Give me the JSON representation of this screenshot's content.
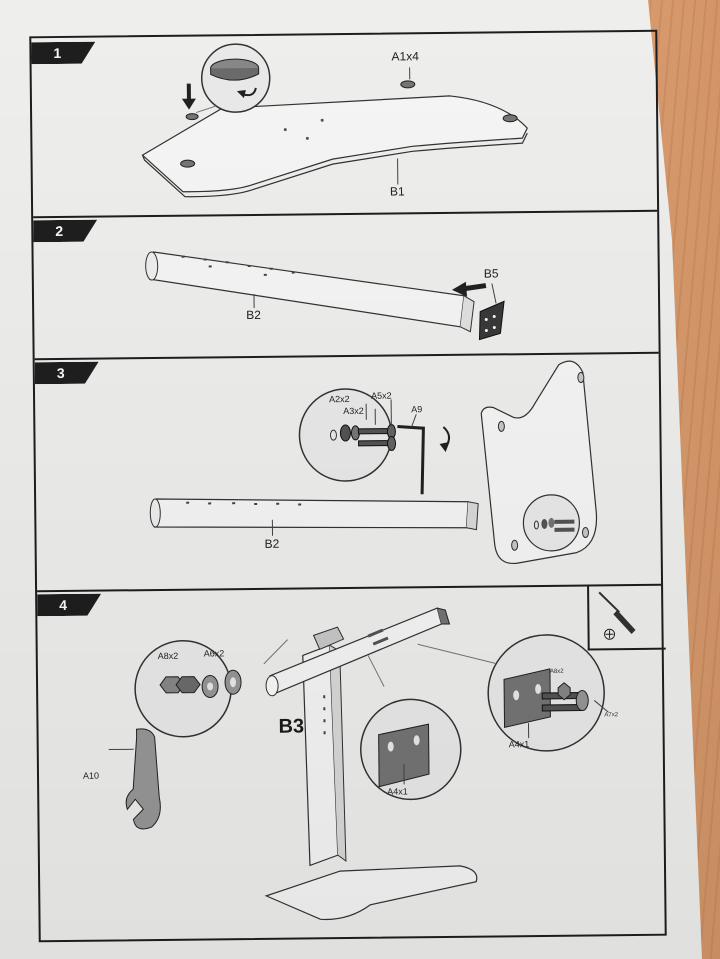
{
  "steps": [
    {
      "number": "1",
      "labels": {
        "feet": "A1x4",
        "base": "B1"
      }
    },
    {
      "number": "2",
      "labels": {
        "tube": "B2",
        "cap": "B5"
      }
    },
    {
      "number": "3",
      "labels": {
        "washer": "A2x2",
        "spacer": "A3x2",
        "bolt": "A5x2",
        "key": "A9",
        "tube": "B2"
      }
    },
    {
      "number": "4",
      "labels": {
        "nut": "A8x2",
        "washer": "A6x2",
        "wrench": "A10",
        "bracket": "B3",
        "plate_left": "A4x1",
        "plate_right": "A4x1",
        "nut_small": "A8x2",
        "bolt_small": "A7x2"
      }
    }
  ],
  "tool_icon": "screwdriver-icon",
  "colors": {
    "paper": "#f3f3f1",
    "ink": "#1e1e1e",
    "wood": "#e0a67a",
    "part_gray": "#8a8a8a"
  }
}
